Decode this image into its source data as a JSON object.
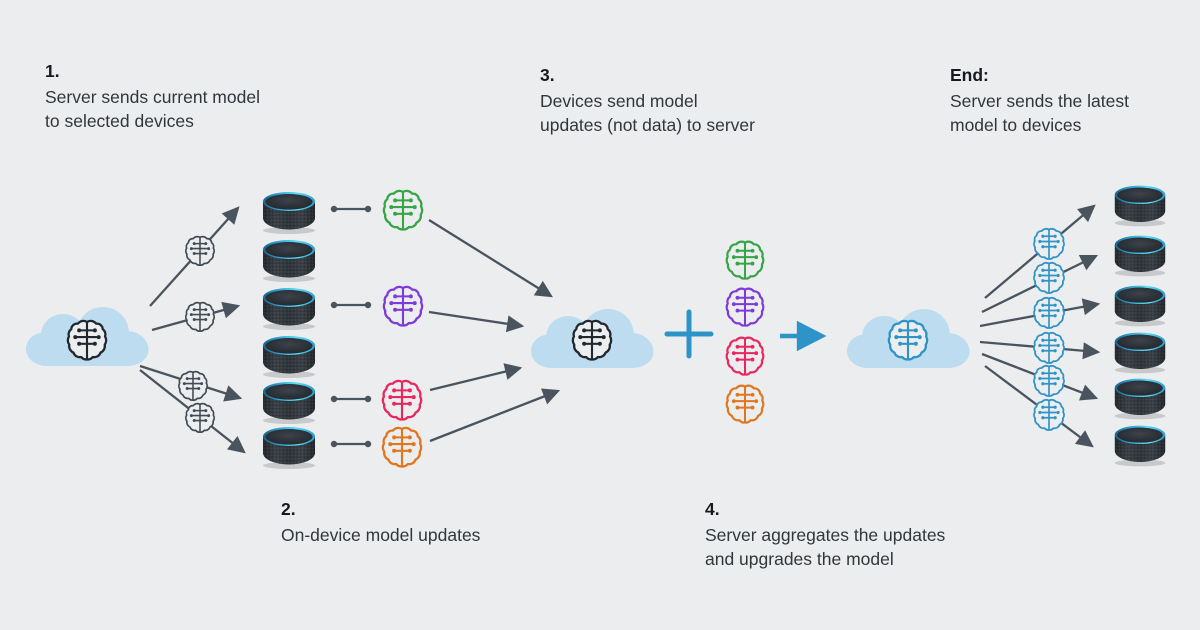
{
  "steps": {
    "step1": {
      "number": "1.",
      "text": "Server sends current model\nto selected devices"
    },
    "step2": {
      "number": "2.",
      "text": "On-device model updates"
    },
    "step3": {
      "number": "3.",
      "text": "Devices send model\nupdates (not data) to server"
    },
    "step4": {
      "number": "4.",
      "text": "Server aggregates the updates\nand upgrades the model"
    },
    "end": {
      "number": "End:",
      "text": "Server sends the latest\nmodel to devices"
    }
  },
  "symbols": {
    "plus_sign": "+",
    "aggregation_arrow": "→"
  },
  "icons": {
    "cloud": "server-cloud",
    "brain": "machine-learning-model",
    "device": "echo-dot-smart-speaker",
    "plus": "plus-sign",
    "arrow": "flow-arrow"
  },
  "colors": {
    "background": "#ECEDEE",
    "cloud": "#BEDCF0",
    "ink": "#16191F",
    "text": "#31363C",
    "arrow": "#4A545E",
    "grayBrain": "#414B55",
    "darkBrain": "#20282F",
    "green": "#35A546",
    "purple": "#7D3BD8",
    "pink": "#E8275F",
    "orange": "#E0771F",
    "blue": "#2E93C6",
    "deviceBody": "#31373D",
    "deviceRing": "#3EC2EC"
  },
  "counts": {
    "left_devices": 6,
    "right_devices": 6,
    "selected_devices": 4
  }
}
